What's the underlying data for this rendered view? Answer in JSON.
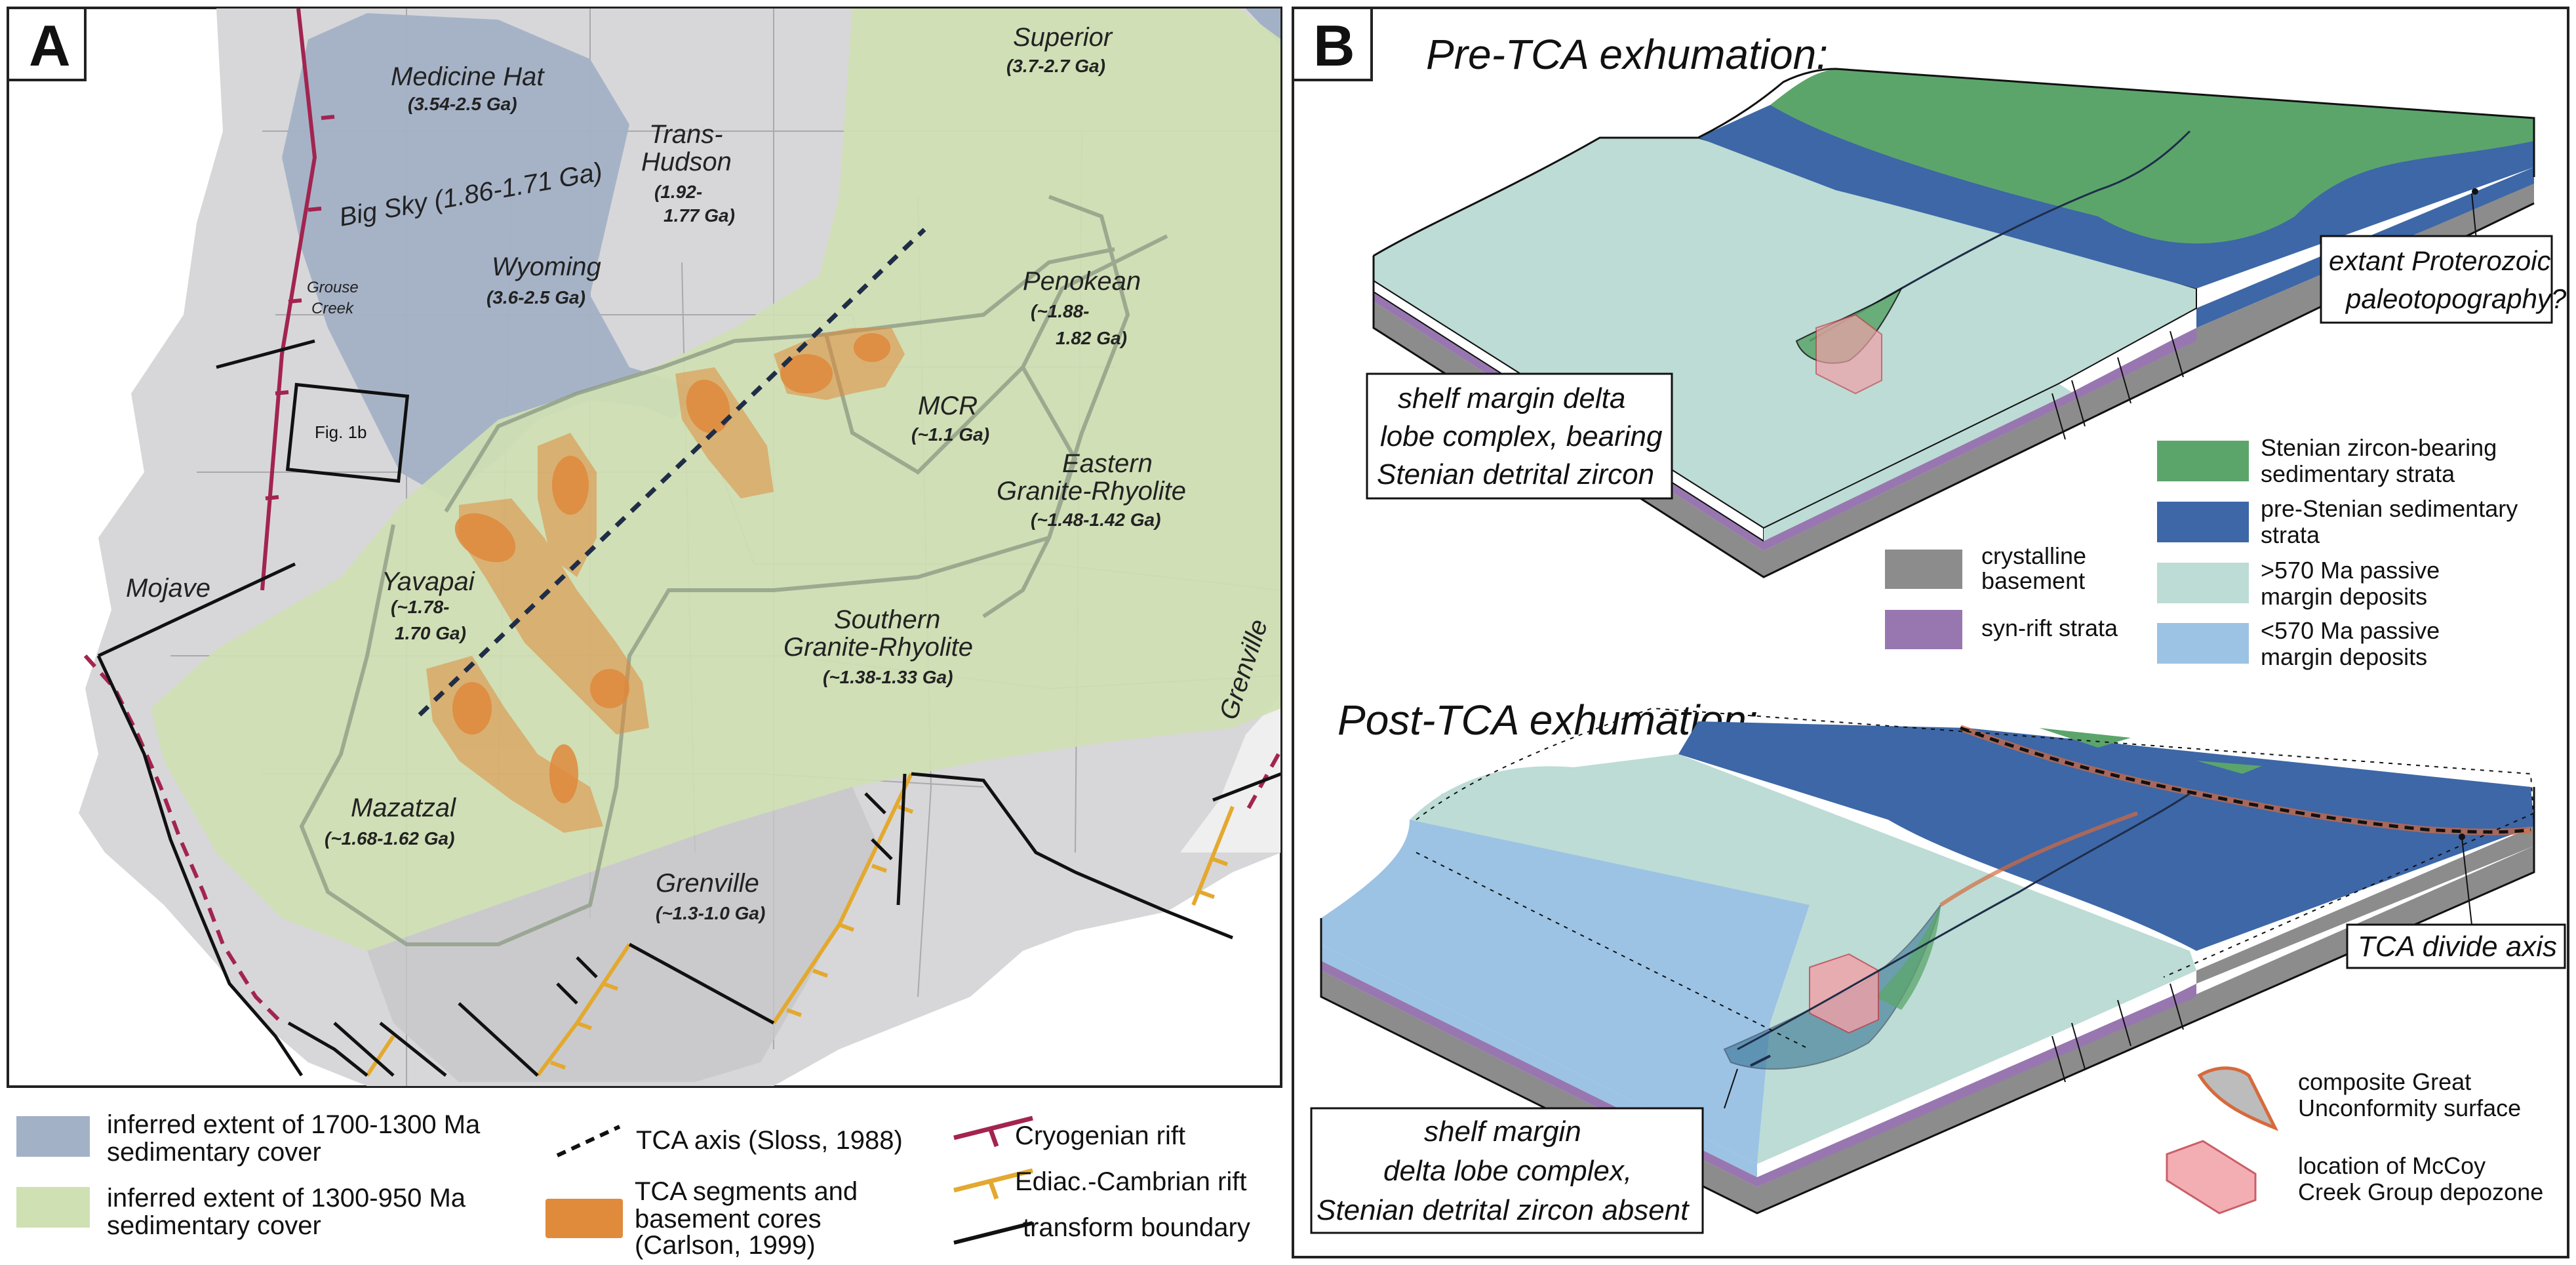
{
  "panelA": {
    "letter": "A",
    "provinces": {
      "medicine_hat": {
        "name": "Medicine Hat",
        "age": "(3.54-2.5 Ga)"
      },
      "big_sky": "Big Sky (1.86-1.71 Ga)",
      "trans_hudson": {
        "l1": "Trans-",
        "l2": "Hudson",
        "l3": "(1.92-",
        "l4": "1.77 Ga)"
      },
      "superior": {
        "name": "Superior",
        "age": "(3.7-2.7 Ga)"
      },
      "wyoming": {
        "name": "Wyoming",
        "age": "(3.6-2.5 Ga)"
      },
      "grouse_creek": {
        "l1": "Grouse",
        "l2": "Creek"
      },
      "penokean": {
        "name": "Penokean",
        "age1": "(~1.88-",
        "age2": "1.82 Ga)"
      },
      "mcr": {
        "name": "MCR",
        "age": "(~1.1 Ga)"
      },
      "eastern": {
        "l1": "Eastern",
        "l2": "Granite-Rhyolite",
        "age": "(~1.48-1.42 Ga)"
      },
      "mojave": "Mojave",
      "yavapai": {
        "name": "Yavapai",
        "age1": "(~1.78-",
        "age2": "1.70 Ga)"
      },
      "southern": {
        "l1": "Southern",
        "l2": "Granite-Rhyolite",
        "age": "(~1.38-1.33 Ga)"
      },
      "mazatzal": {
        "name": "Mazatzal",
        "age": "(~1.68-1.62 Ga)"
      },
      "grenville": {
        "name": "Grenville",
        "age": "(~1.3-1.0 Ga)"
      },
      "grenville_east": "Grenville"
    },
    "fig1b": "Fig. 1b"
  },
  "legendA": {
    "cover_1700": [
      "inferred extent of 1700-1300 Ma",
      "sedimentary cover"
    ],
    "cover_1300": [
      "inferred extent of 1300-950 Ma",
      "sedimentary cover"
    ],
    "tca_axis": "TCA axis (Sloss, 1988)",
    "tca_segments": [
      "TCA segments and",
      "basement cores",
      "(Carlson, 1999)"
    ],
    "cryogenian": "Cryogenian rift",
    "ediacaran": "Ediac.-Cambrian rift",
    "transform": "transform boundary"
  },
  "panelB": {
    "letter": "B",
    "pre_title": "Pre-TCA exhumation:",
    "post_title": "Post-TCA exhumation:",
    "shelf_pre": [
      "shelf margin delta",
      "lobe complex, bearing",
      "Stenian detrital zircon"
    ],
    "paleotopo": [
      "extant Proterozoic",
      "paleotopography?"
    ],
    "legend": {
      "stenian_strata": [
        "Stenian zircon-bearing",
        "sedimentary strata"
      ],
      "pre_stenian": [
        "pre-Stenian sedimentary",
        "strata"
      ],
      "gt570": [
        ">570 Ma passive",
        "margin deposits"
      ],
      "lt570": [
        "<570 Ma passive",
        "margin deposits"
      ],
      "crystalline": [
        "crystalline",
        "basement"
      ],
      "synrift": "syn-rift strata"
    },
    "tca_divide": "TCA divide axis",
    "shelf_post": [
      "shelf margin",
      "delta lobe complex,",
      "Stenian detrital zircon absent"
    ],
    "unconformity": [
      "composite Great",
      "Unconformity surface"
    ],
    "mccoy": [
      "location of McCoy",
      "Creek Group depozone"
    ]
  },
  "colors": {
    "grey_land": "#d7d7d9",
    "blue_cover": "#a3b1c6",
    "green_cover": "#cfe0b3",
    "tca_orange": "#e08a3c",
    "cryogenian": "#a3244f",
    "ediacaran": "#e3a92f",
    "stenian_green": "#5ba56b",
    "pre_stenian_blue": "#3d67a7",
    "gt570": "#bcdcd5",
    "lt570": "#9cc3e4",
    "basement": "#8c8c8c",
    "synrift": "#9877b0"
  }
}
